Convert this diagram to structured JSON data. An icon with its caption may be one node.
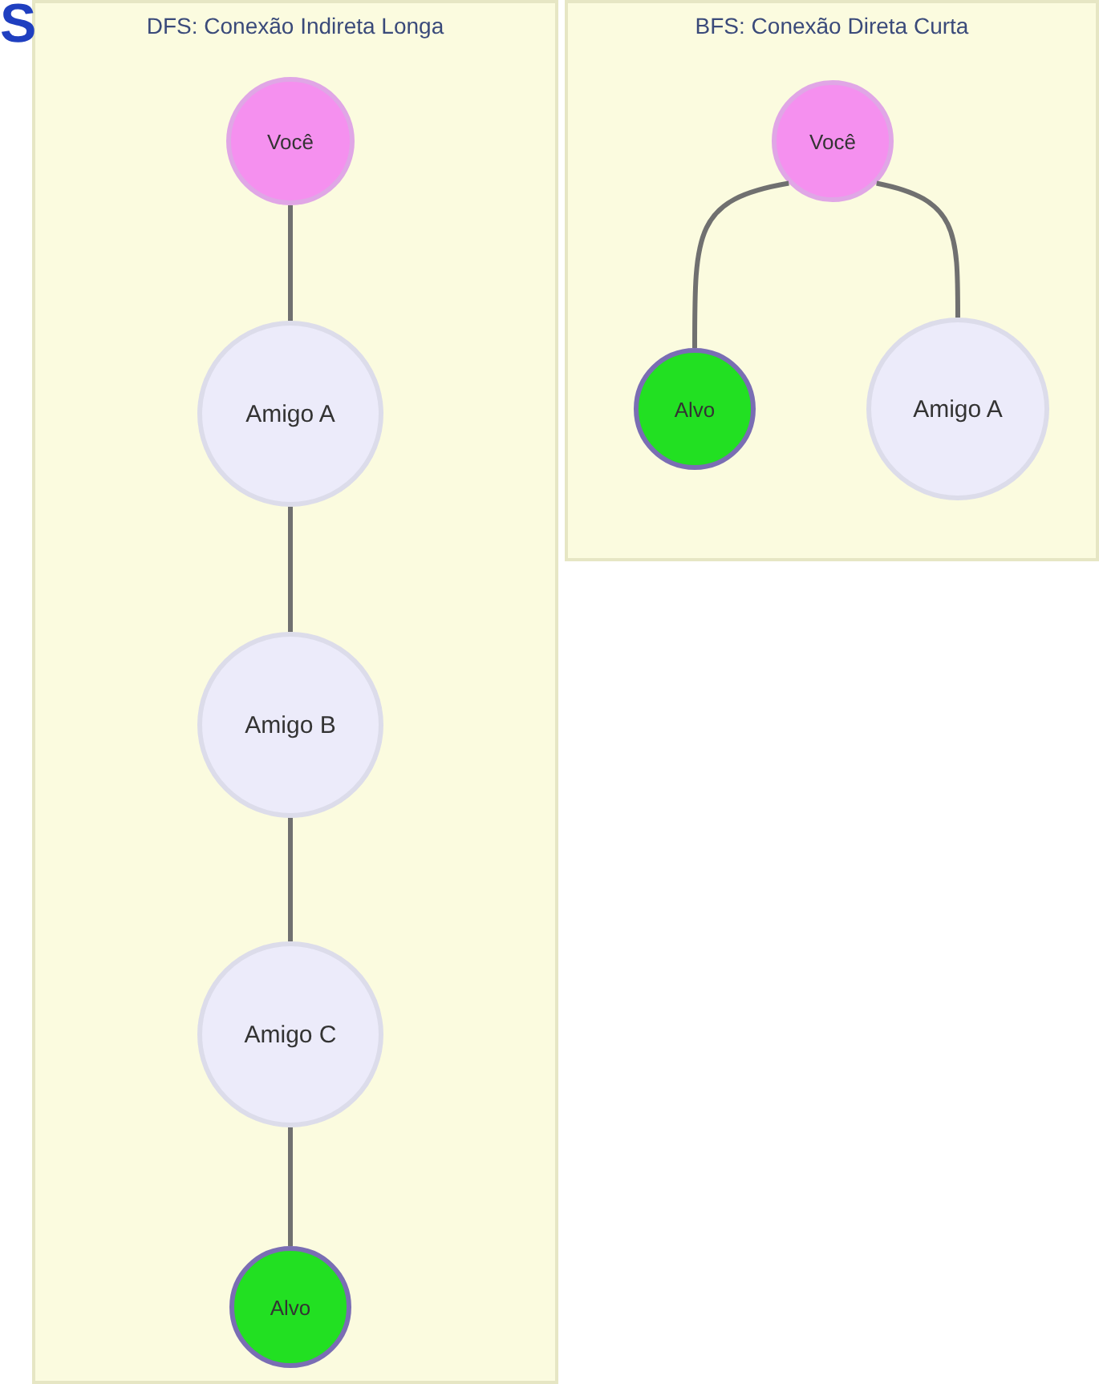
{
  "diagram": {
    "nodes": [
      {
        "text": [
          "DFS: Conexão Indireta Longa"
        ]
      },
      {
        "text": [
          "Você"
        ],
        "in": 0
      },
      {
        "text": [
          "Amigo A"
        ],
        "in": 0
      },
      {
        "text": [
          "Amigo B"
        ],
        "in": 0
      },
      {
        "text": [
          "Amigo C"
        ],
        "in": 0
      },
      {
        "text": [
          "Alvo"
        ],
        "in": 0
      },
      {
        "text": [
          "BFS: Conexão Direta Curta"
        ]
      },
      {
        "text": [
          "Você"
        ],
        "in": 6
      },
      {
        "text": [
          "Alvo"
        ],
        "in": 6
      },
      {
        "text": [
          "Amigo A"
        ],
        "in": 6
      }
    ],
    "edges": [
      {
        "from": 1,
        "to": 2,
        "arrow": "none"
      },
      {
        "from": 2,
        "to": 3,
        "arrow": "none"
      },
      {
        "from": 3,
        "to": 4,
        "arrow": "none"
      },
      {
        "from": 4,
        "to": 5,
        "arrow": "none"
      },
      {
        "from": 7,
        "to": 8,
        "arrow": "none"
      },
      {
        "from": 7,
        "to": 9,
        "arrow": "none"
      }
    ],
    "labels": [
      "S"
    ]
  }
}
